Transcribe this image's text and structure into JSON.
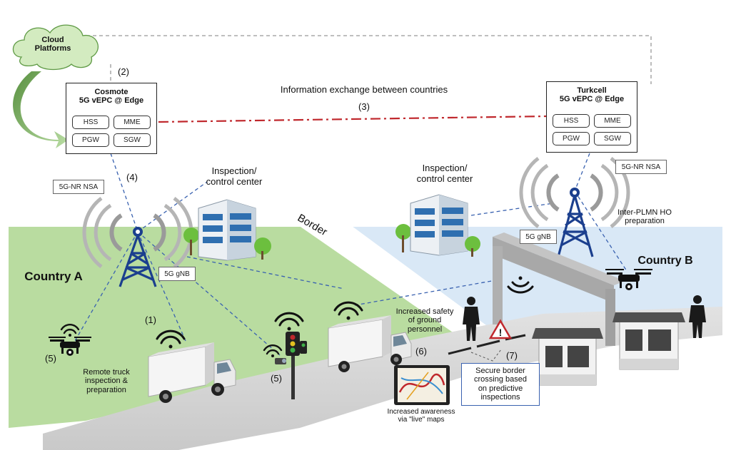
{
  "cloud": {
    "label_line1": "Cloud",
    "label_line2": "Platforms"
  },
  "cosmote": {
    "title_line1": "Cosmote",
    "title_line2": "5G vEPC @ Edge",
    "components": [
      "HSS",
      "MME",
      "PGW",
      "SGW"
    ]
  },
  "turkcell": {
    "title_line1": "Turkcell",
    "title_line2": "5G vEPC @ Edge",
    "components": [
      "HSS",
      "MME",
      "PGW",
      "SGW"
    ]
  },
  "info_exchange": {
    "label": "Information exchange between countries",
    "step": "(3)"
  },
  "steps": {
    "s1": "(1)",
    "s2": "(2)",
    "s4": "(4)",
    "s5a": "(5)",
    "s5b": "(5)",
    "s6": "(6)",
    "s7": "(7)"
  },
  "tags": {
    "nsa_a": "5G-NR NSA",
    "nsa_b": "5G-NR NSA",
    "gnb_a": "5G gNB",
    "gnb_b": "5G gNB"
  },
  "inspection_a": {
    "line1": "Inspection/",
    "line2": "control center"
  },
  "inspection_b": {
    "line1": "Inspection/",
    "line2": "control center"
  },
  "border": "Border",
  "country_a": "Country A",
  "country_b": "Country B",
  "inter_plmn": {
    "line1": "Inter-PLMN HO",
    "line2": "preparation"
  },
  "remote_truck": {
    "line1": "Remote truck",
    "line2": "inspection &",
    "line3": "preparation"
  },
  "safety": {
    "line1": "Increased safety",
    "line2": "of ground",
    "line3": "personnel"
  },
  "awareness": {
    "line1": "Increased awareness",
    "line2": "via \"live\" maps"
  },
  "secure": {
    "line1": "Secure border",
    "line2": "crossing based",
    "line3": "on predictive",
    "line4": "inspections"
  },
  "colors": {
    "country_a_field": "#b9dca0",
    "country_b_field": "#d9e8f6",
    "road": "#d5d5d5",
    "tower": "#1b3f8e",
    "exchange_line": "#c0282d",
    "cloud_fill": "#d3ebc0",
    "link_dash": "#3a62b0"
  }
}
